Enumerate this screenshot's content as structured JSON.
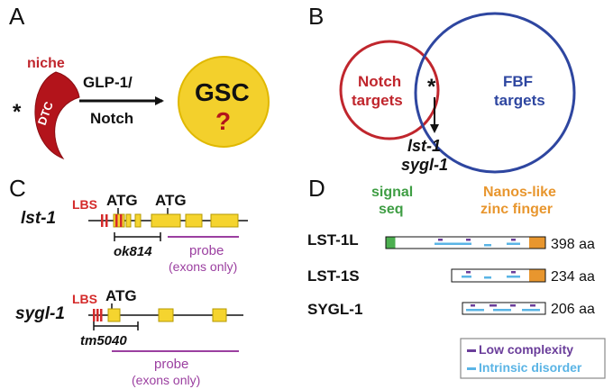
{
  "panel_a": {
    "letter": "A",
    "niche": "niche",
    "dtc": "DTC",
    "asterisk": "*",
    "signal_line1": "GLP-1/",
    "signal_line2": "Notch",
    "gsc": "GSC",
    "question": "?",
    "colors": {
      "niche": "#c0262d",
      "dtc_fill": "#b3141b",
      "gsc_fill": "#f3d02c",
      "gsc_stroke": "#e0b800"
    }
  },
  "panel_b": {
    "letter": "B",
    "notch_line1": "Notch",
    "notch_line2": "targets",
    "fbf_line1": "FBF",
    "fbf_line2": "targets",
    "asterisk": "*",
    "result_line1": "lst-1",
    "result_line2": "sygl-1",
    "colors": {
      "notch": "#c0262d",
      "fbf": "#2e46a0"
    }
  },
  "panel_c": {
    "letter": "C",
    "genes": [
      {
        "name": "lst-1",
        "lbs": "LBS",
        "atg1": "ATG",
        "atg2": "ATG",
        "deletion": "ok814",
        "probe": "probe",
        "probe_note": "(exons only)"
      },
      {
        "name": "sygl-1",
        "lbs": "LBS",
        "atg1": "ATG",
        "deletion": "tm5040",
        "probe": "probe",
        "probe_note": "(exons only)"
      }
    ],
    "colors": {
      "exon": "#f5d42f",
      "exon_stroke": "#b59a00",
      "lbs": "#d42a2a",
      "probe": "#9b3fa0"
    }
  },
  "panel_d": {
    "letter": "D",
    "header_signal_line1": "signal",
    "header_signal_line2": "seq",
    "header_zinc_line1": "Nanos-like",
    "header_zinc_line2": "zinc finger",
    "proteins": [
      {
        "name": "LST-1L",
        "length": "398 aa"
      },
      {
        "name": "LST-1S",
        "length": "234 aa"
      },
      {
        "name": "SYGL-1",
        "length": "206 aa"
      }
    ],
    "legend": [
      {
        "label": "Low complexity",
        "color": "#6a3d9a"
      },
      {
        "label": "Intrinsic disorder",
        "color": "#5ab4e5"
      }
    ],
    "colors": {
      "signal": "#4caf50",
      "zinc": "#e8962e",
      "signal_text": "#3f9e44",
      "zinc_text": "#e8962e"
    }
  }
}
